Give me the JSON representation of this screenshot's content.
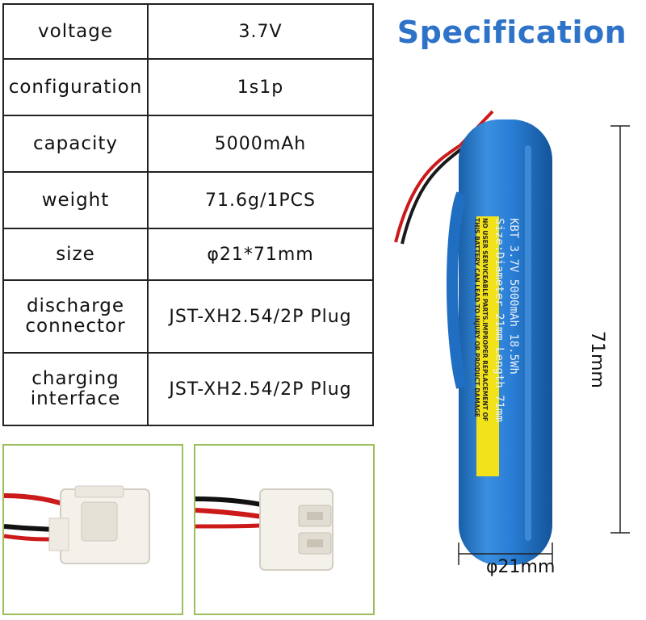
{
  "title": "Specification",
  "accent_color": "#2f73c9",
  "spec_rows": [
    {
      "key": "voltage",
      "value": "3.7V"
    },
    {
      "key": "configuration",
      "value": "1s1p"
    },
    {
      "key": "capacity",
      "value": "5000mAh"
    },
    {
      "key": "weight",
      "value": "71.6g/1PCS"
    },
    {
      "key": "size",
      "value": "φ21*71mm"
    },
    {
      "key": "discharge connector",
      "value": "JST-XH2.54/2P Plug"
    },
    {
      "key": "charging interface",
      "value": "JST-XH2.54/2P Plug"
    }
  ],
  "battery": {
    "label_line1": "KBT 3.7V 5000mAh 18.5Wh",
    "label_line2": "Size:Diameter 21mm Length 71mm",
    "warning_line1": "NO USER SERVICEABLE PARTS.IMPROPER REPLACEMENT OF",
    "warning_line2": "THIS BATTERY CAN LEAD TO INJURY OR PRODUCT DAMAGE",
    "body_color": "#2a7fd6",
    "label_color": "#f2e21a"
  },
  "dimensions": {
    "height_label": "71mm",
    "diameter_label": "φ21mm"
  },
  "connector_photos": [
    {
      "name": "connector-side-view"
    },
    {
      "name": "connector-front-view"
    }
  ]
}
